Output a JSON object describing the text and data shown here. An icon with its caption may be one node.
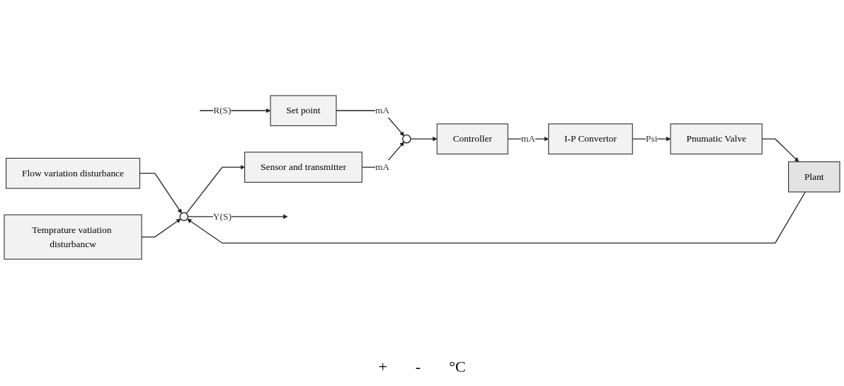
{
  "diagram": {
    "nodes": [
      {
        "text": [
          "Flow variation disturbance"
        ]
      },
      {
        "text": [
          "Temprature vatiation disturbancw"
        ]
      },
      {
        "text": [
          "Set point"
        ]
      },
      {
        "text": [],
        "shape": "circle"
      },
      {
        "text": [
          "Controller"
        ]
      },
      {
        "text": [
          "I-P Convertor"
        ]
      },
      {
        "text": [
          "Pnumatic Valve"
        ]
      },
      {
        "text": [
          "Plant"
        ]
      },
      {
        "text": [],
        "shape": "circle"
      },
      {
        "text": [
          "Sensor and transmitter"
        ]
      }
    ],
    "edges": [
      {
        "from": null,
        "to": 2,
        "arrow": "to",
        "label": "R(S)"
      },
      {
        "from": 2,
        "to": 3,
        "arrow": "to",
        "label": "mA"
      },
      {
        "from": 3,
        "to": 4,
        "arrow": "to"
      },
      {
        "from": 4,
        "to": 5,
        "arrow": "to",
        "label": "mA"
      },
      {
        "from": 5,
        "to": 6,
        "arrow": "to",
        "label": "Psi"
      },
      {
        "from": 6,
        "to": 7,
        "arrow": "to"
      },
      {
        "from": 7,
        "to": 8,
        "arrow": "to"
      },
      {
        "from": 0,
        "to": 8,
        "arrow": "to"
      },
      {
        "from": 1,
        "to": 8,
        "arrow": "to"
      },
      {
        "from": 8,
        "to": null,
        "arrow": "to",
        "label": "Y(S)"
      },
      {
        "from": 8,
        "to": 9,
        "arrow": "to"
      },
      {
        "from": 9,
        "to": 3,
        "arrow": "to",
        "label": "mA"
      }
    ],
    "labels": [
      "+",
      "-",
      "°C"
    ]
  }
}
